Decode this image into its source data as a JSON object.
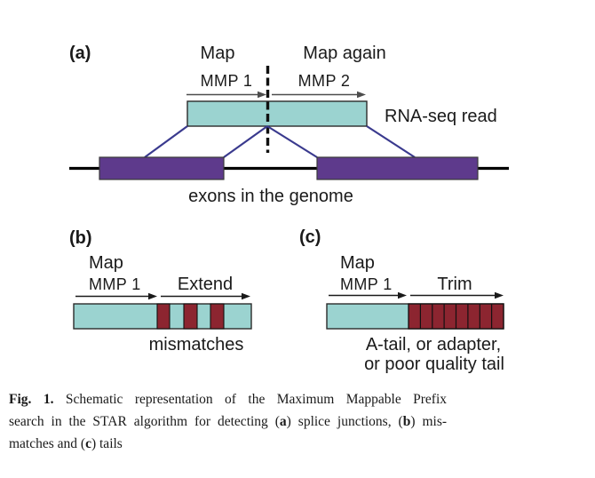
{
  "figure": {
    "panel_a": {
      "label": "(a)",
      "map_label": "Map",
      "map_again_label": "Map again",
      "mmp1_label": "MMP 1",
      "mmp2_label": "MMP 2",
      "read_label": "RNA-seq read",
      "genome_label": "exons in the genome"
    },
    "panel_b": {
      "label": "(b)",
      "map_label": "Map",
      "mmp1_label": "MMP 1",
      "extend_label": "Extend",
      "mismatches_label": "mismatches"
    },
    "panel_c": {
      "label": "(c)",
      "map_label": "Map",
      "mmp1_label": "MMP 1",
      "trim_label": "Trim",
      "tail_label_line1": "A-tail, or adapter,",
      "tail_label_line2": "or poor quality tail"
    }
  },
  "caption": {
    "fig_label": "Fig. 1.",
    "line1": "Schematic representation of the Maximum Mappable Prefix",
    "line2_seg1": "search in the STAR algorithm for detecting (",
    "line2_a": "a",
    "line2_seg2": ") splice junctions, (",
    "line2_b": "b",
    "line2_seg3": ") mis-",
    "line3_seg1": "matches and (",
    "line3_c": "c",
    "line3_seg2": ") tails"
  },
  "colors": {
    "read_fill": "#9bd3d0",
    "exon_fill": "#5e3a8c",
    "mismatch_fill": "#8c2530",
    "connector_line": "#3a3a8e",
    "arrow_gray": "#4d4d4d",
    "arrow_dark": "#1a1a1a",
    "text": "#1a1a1a"
  }
}
